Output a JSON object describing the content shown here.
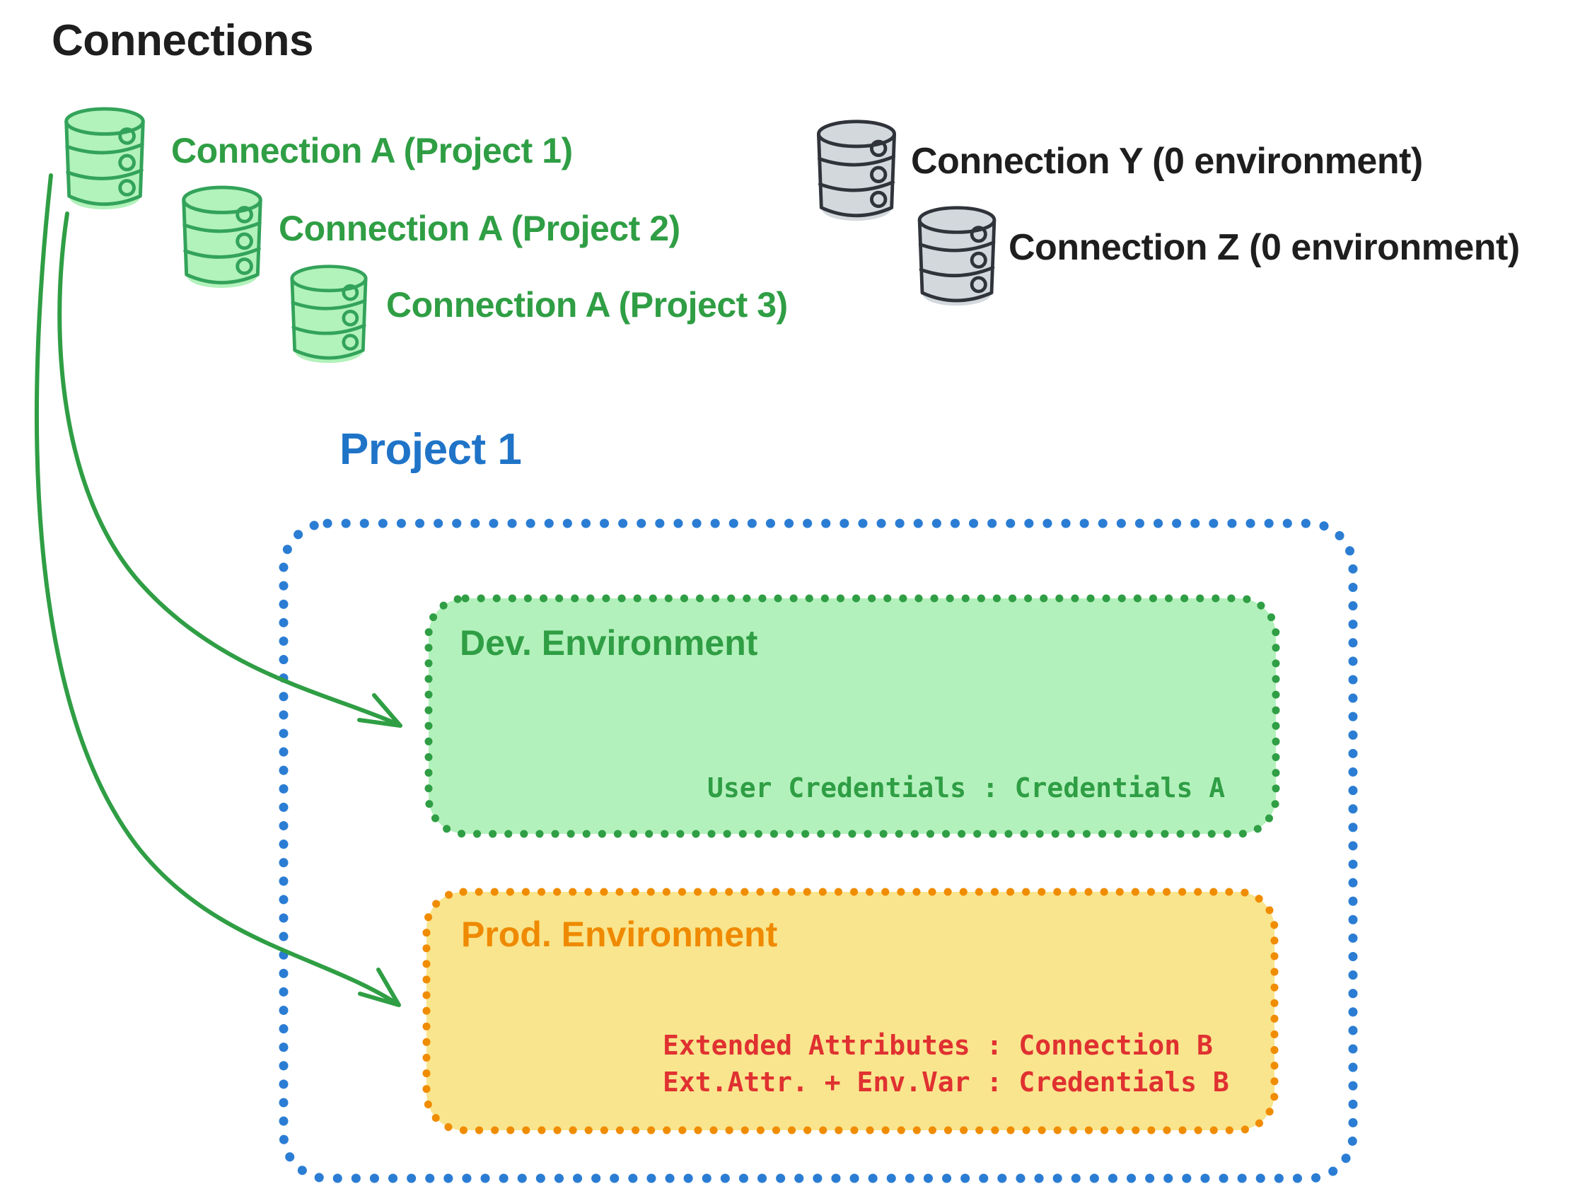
{
  "diagram": {
    "title": "Connections",
    "connections": {
      "project_scoped": [
        {
          "icon": "database-icon",
          "color": "green",
          "label": "Connection A (Project 1)"
        },
        {
          "icon": "database-icon",
          "color": "green",
          "label": "Connection A (Project 2)"
        },
        {
          "icon": "database-icon",
          "color": "green",
          "label": "Connection A (Project 3)"
        }
      ],
      "unassigned": [
        {
          "icon": "database-icon",
          "color": "gray",
          "label": "Connection Y (0 environment)"
        },
        {
          "icon": "database-icon",
          "color": "gray",
          "label": "Connection Z (0 environment)"
        }
      ]
    },
    "project": {
      "title": "Project 1",
      "environments": [
        {
          "name": "Dev. Environment",
          "accent": "#2f9e44",
          "fill": "#b2f2bb",
          "lines": [
            "User Credentials : Credentials A"
          ]
        },
        {
          "name": "Prod. Environment",
          "accent": "#f08c00",
          "fill": "#f9e58d",
          "lines": [
            "Extended Attributes : Connection B",
            "Ext.Attr. + Env.Var : Credentials B"
          ]
        }
      ]
    },
    "arrows": [
      {
        "from": "Connection A",
        "to": "Dev. Environment",
        "color": "#2f9e44"
      },
      {
        "from": "Connection A",
        "to": "Prod. Environment",
        "color": "#2f9e44"
      }
    ],
    "colors": {
      "title_text": "#1e1e1e",
      "green_stroke": "#2f9e44",
      "green_fill": "#b2f2bb",
      "gray_fill": "#d3d8dd",
      "gray_stroke": "#30343a",
      "blue": "#1f74c8",
      "orange": "#f08c00",
      "yellow_fill": "#f9e58d",
      "red_text": "#e03131",
      "background": "#ffffff"
    }
  }
}
